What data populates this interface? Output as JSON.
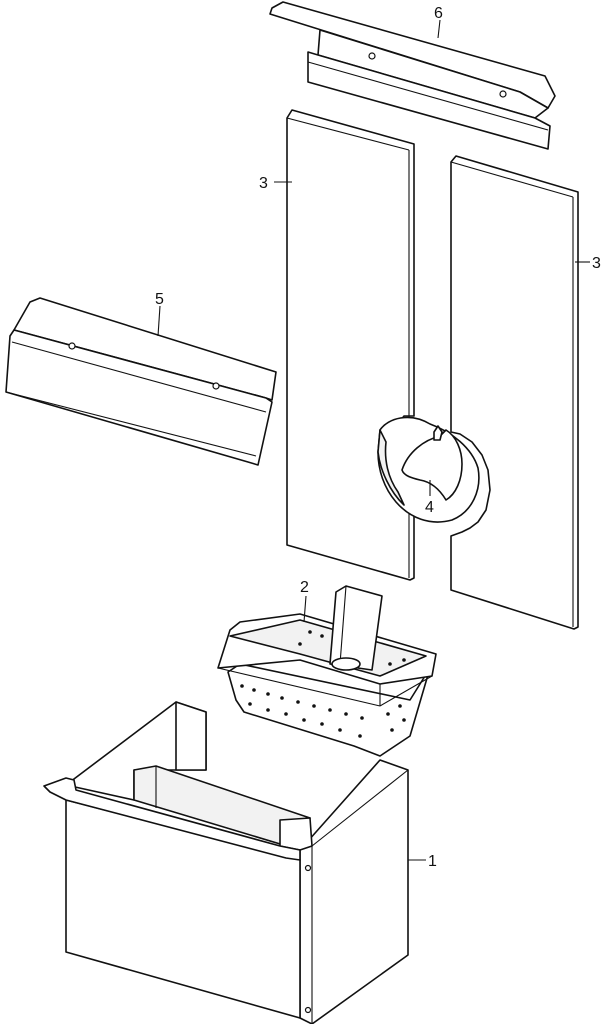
{
  "callouts": {
    "part1": "1",
    "part2": "2",
    "part3_left": "3",
    "part3_right": "3",
    "part4": "4",
    "part5": "5",
    "part6": "6"
  }
}
